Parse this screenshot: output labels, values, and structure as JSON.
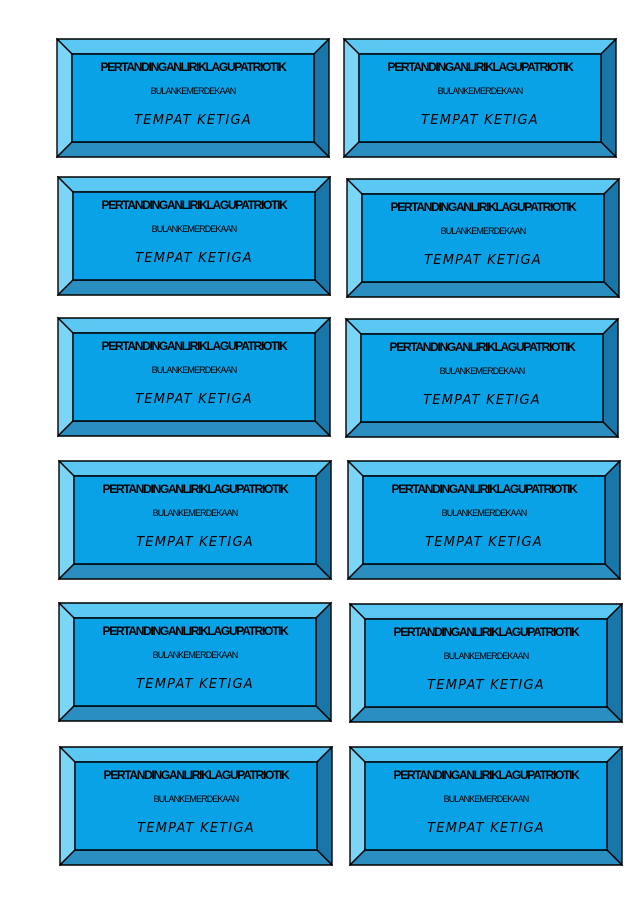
{
  "labels": [
    {
      "title": "PERTANDINGANLIRIKLAGUPATRIOTIK",
      "subtitle": "BULANKEMERDEKAAN",
      "place": "TEMPAT KETIGA"
    },
    {
      "title": "PERTANDINGANLIRIKLAGUPATRIOTIK",
      "subtitle": "BULANKEMERDEKAAN",
      "place": "TEMPAT KETIGA"
    },
    {
      "title": "PERTANDINGANLIRIKLAGUPATRIOTIK",
      "subtitle": "BULANKEMERDEKAAN",
      "place": "TEMPAT KETIGA"
    },
    {
      "title": "PERTANDINGANLIRIKLAGUPATRIOTIK",
      "subtitle": "BULANKEMERDEKAAN",
      "place": "TEMPAT KETIGA"
    },
    {
      "title": "PERTANDINGANLIRIKLAGUPATRIOTIK",
      "subtitle": "BULANKEMERDEKAAN",
      "place": "TEMPAT KETIGA"
    },
    {
      "title": "PERTANDINGANLIRIKLAGUPATRIOTIK",
      "subtitle": "BULANKEMERDEKAAN",
      "place": "TEMPAT KETIGA"
    },
    {
      "title": "PERTANDINGANLIRIKLAGUPATRIOTIK",
      "subtitle": "BULANKEMERDEKAAN",
      "place": "TEMPAT KETIGA"
    },
    {
      "title": "PERTANDINGANLIRIKLAGUPATRIOTIK",
      "subtitle": "BULANKEMERDEKAAN",
      "place": "TEMPAT KETIGA"
    },
    {
      "title": "PERTANDINGANLIRIKLAGUPATRIOTIK",
      "subtitle": "BULANKEMERDEKAAN",
      "place": "TEMPAT KETIGA"
    },
    {
      "title": "PERTANDINGANLIRIKLAGUPATRIOTIK",
      "subtitle": "BULANKEMERDEKAAN",
      "place": "TEMPAT KETIGA"
    },
    {
      "title": "PERTANDINGANLIRIKLAGUPATRIOTIK",
      "subtitle": "BULANKEMERDEKAAN",
      "place": "TEMPAT KETIGA"
    },
    {
      "title": "PERTANDINGANLIRIKLAGUPATRIOTIK",
      "subtitle": "BULANKEMERDEKAAN",
      "place": "TEMPAT KETIGA"
    }
  ],
  "colors": {
    "face": "#0aa2e6",
    "bevel_top": "#5ac8f2",
    "bevel_left": "#7ad5f7",
    "bevel_right": "#1877a8",
    "bevel_bottom": "#2a8ec0",
    "outline": "#000000"
  }
}
